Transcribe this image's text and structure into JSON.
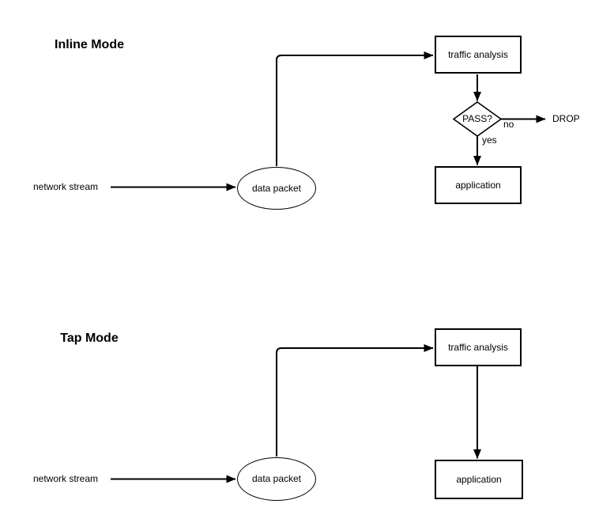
{
  "theme": {
    "bg": "#ffffff",
    "stroke": "#000000",
    "text": "#000000"
  },
  "sections": [
    {
      "title": "Inline Mode",
      "network_stream": "network stream",
      "data_packet": "data packet",
      "traffic_analysis": "traffic analysis",
      "decision": "PASS?",
      "branch_no": "no",
      "branch_yes": "yes",
      "drop": "DROP",
      "application": "application"
    },
    {
      "title": "Tap Mode",
      "network_stream": "network stream",
      "data_packet": "data packet",
      "traffic_analysis": "traffic analysis",
      "application": "application"
    }
  ]
}
